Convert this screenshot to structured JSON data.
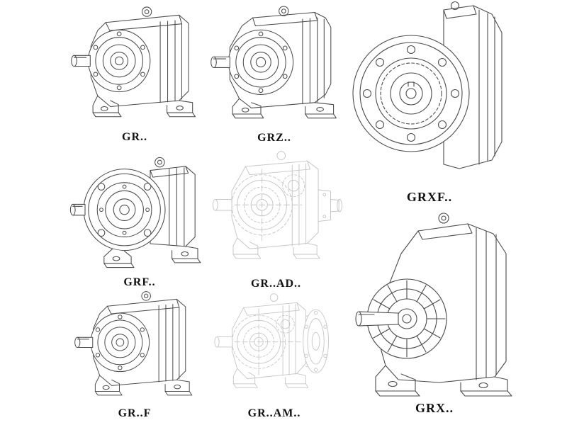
{
  "colors": {
    "line": "#4b4b4b",
    "faint_line": "#c6c6c6",
    "label_text": "#111111",
    "background": "#ffffff"
  },
  "items": [
    {
      "id": "gr",
      "label": "GR.."
    },
    {
      "id": "grz",
      "label": "GRZ.."
    },
    {
      "id": "grxf",
      "label": "GRXF.."
    },
    {
      "id": "grf",
      "label": "GRF.."
    },
    {
      "id": "gr-ad",
      "label": "GR..AD.."
    },
    {
      "id": "gr-f",
      "label": "GR..F"
    },
    {
      "id": "gr-am",
      "label": "GR..AM.."
    },
    {
      "id": "grx",
      "label": "GRX.."
    }
  ]
}
